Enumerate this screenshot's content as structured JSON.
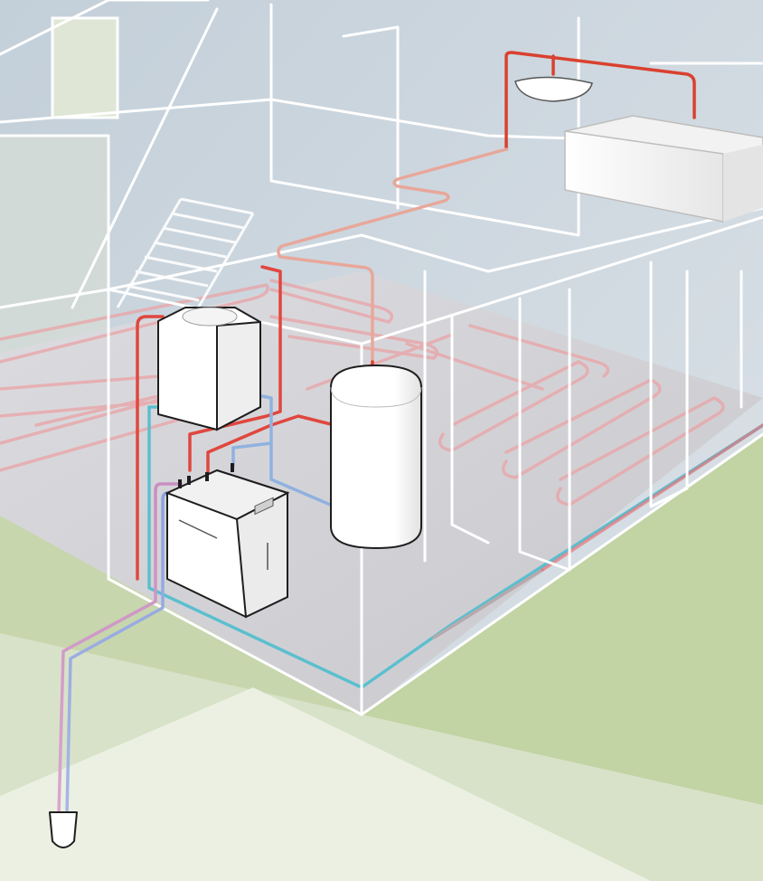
{
  "colors": {
    "background_sky": "#c9d3db",
    "ground_light": "#e6ecd9",
    "ground_green": "#c2d3a4",
    "floor_slab": "#d3d3d6",
    "wall_glass": "#e9eaec",
    "hot_pipe": "#e0473e",
    "hot_pipe_faded": "#e8a79a",
    "cold_pipe": "#5bbfcf",
    "brine_pink": "#c98ec2",
    "brine_blue": "#8ea3dd",
    "underfloor_loop": "#e9a3a6",
    "unit_body": "#ffffff",
    "unit_outline": "#1e1e1e"
  },
  "components": [
    {
      "id": "heat-pump-unit",
      "icon": "heat-pump-icon"
    },
    {
      "id": "buffer-tank",
      "icon": "buffer-tank-icon"
    },
    {
      "id": "hot-water-cylinder",
      "icon": "cylinder-tank-icon"
    },
    {
      "id": "ground-probe",
      "icon": "borehole-probe-icon"
    },
    {
      "id": "washbasin",
      "icon": "washbasin-icon"
    },
    {
      "id": "bathtub",
      "icon": "bathtub-icon"
    },
    {
      "id": "staircase",
      "icon": "stairs-icon"
    },
    {
      "id": "underfloor-heating",
      "icon": "underfloor-heating-icon"
    }
  ]
}
